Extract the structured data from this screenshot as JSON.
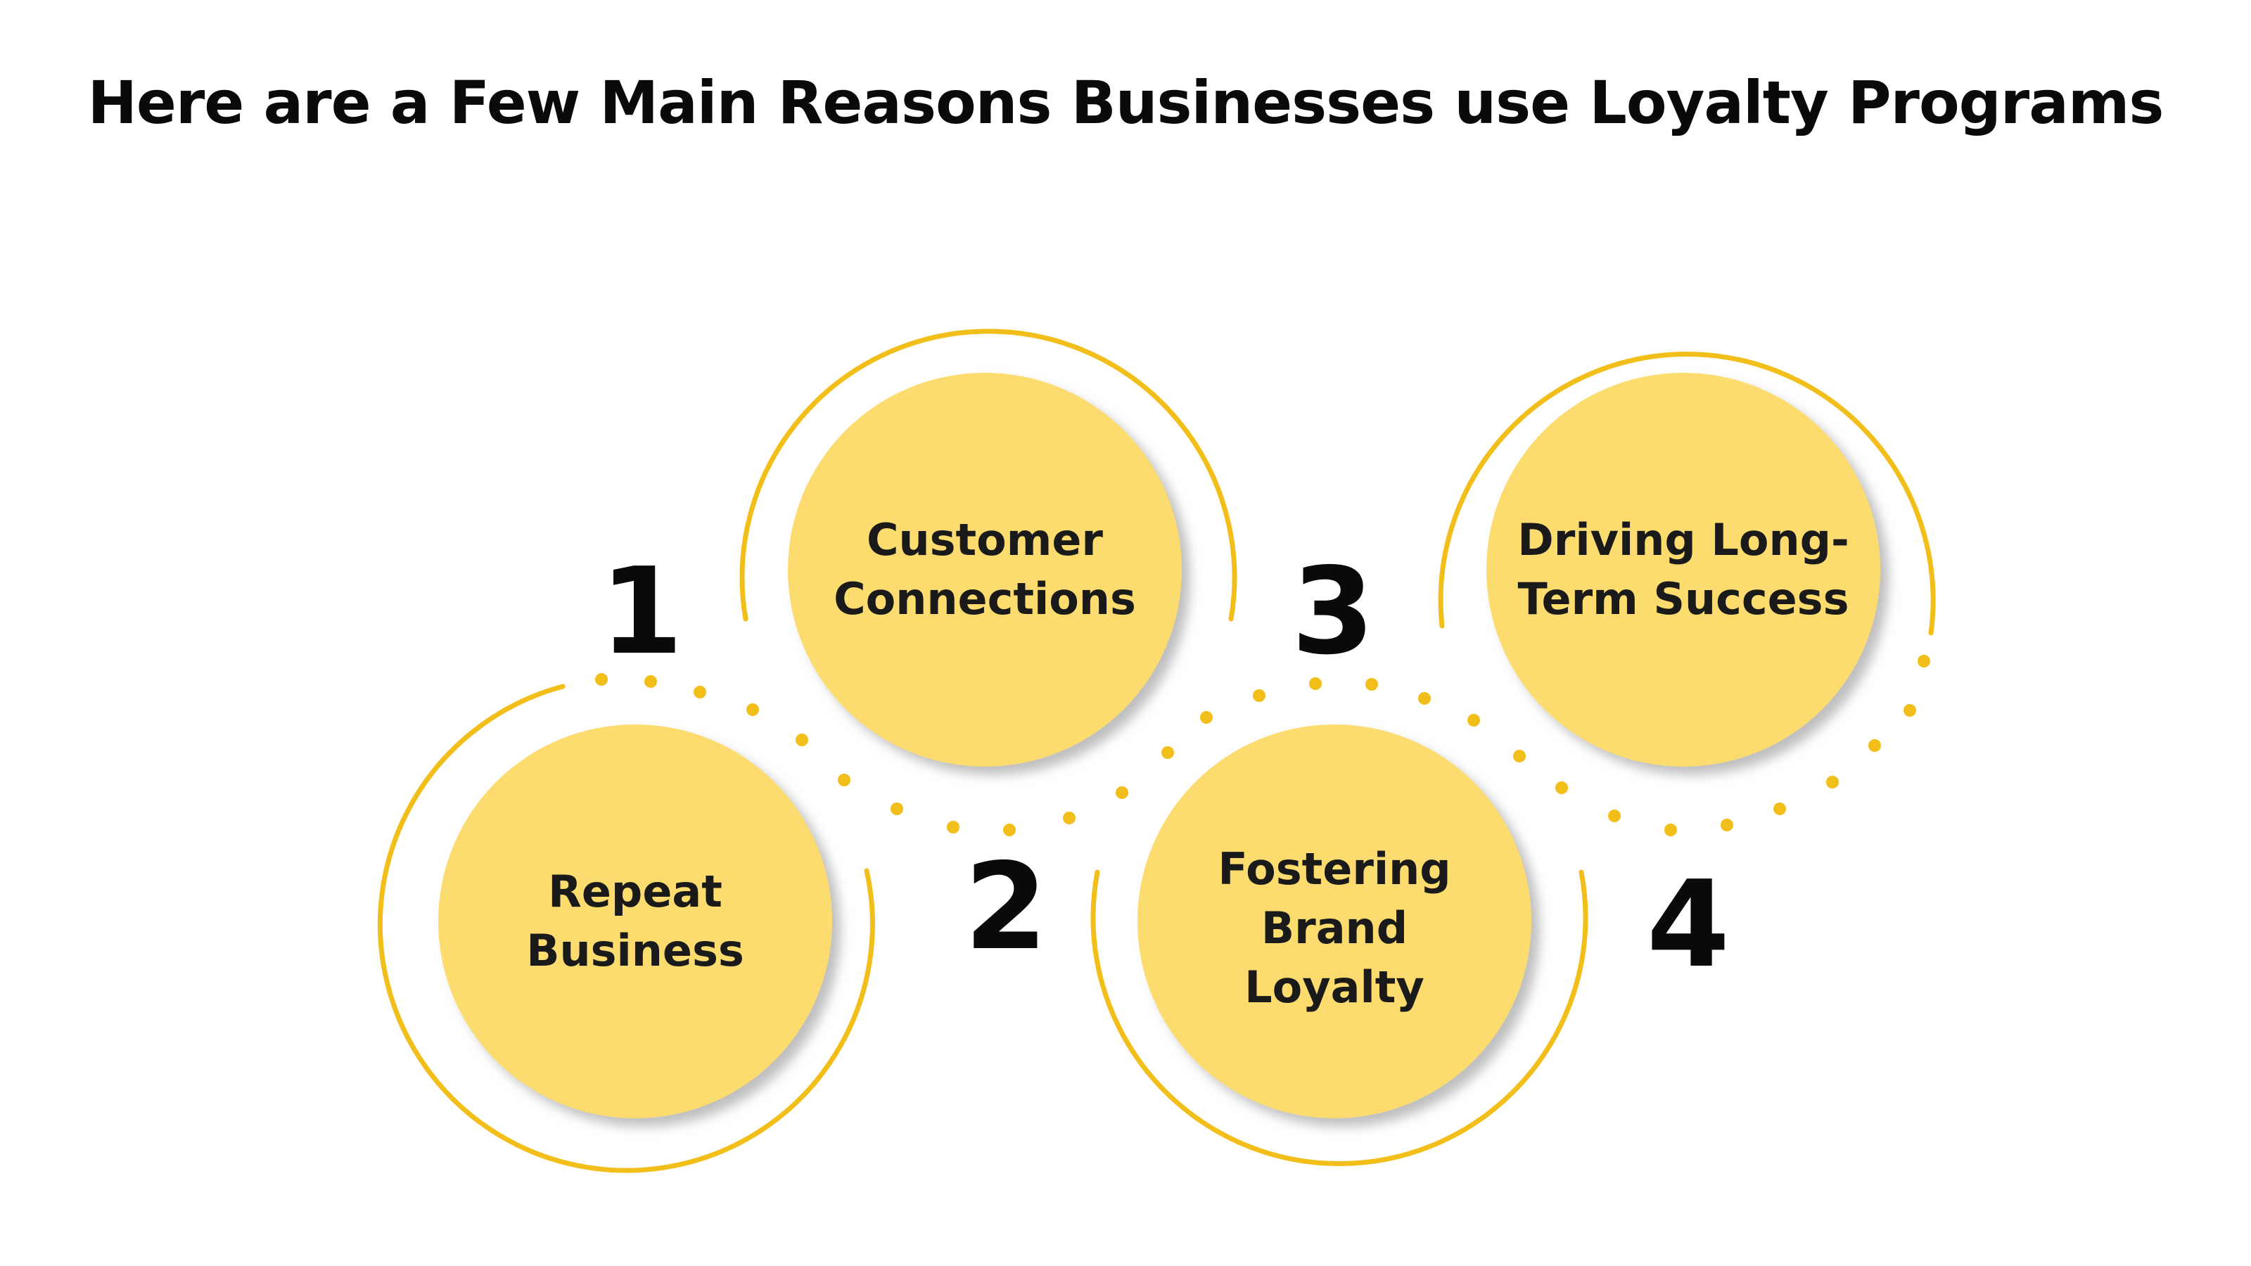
{
  "title": "Here are a Few Main Reasons Businesses use Loyalty Programs",
  "colors": {
    "accent": "#F2BE1A",
    "circle_fill": "#FCDC6E",
    "shadow": "#9a9a9a",
    "text": "#0a0a0a"
  },
  "steps": [
    {
      "number": "1",
      "label_line1": "Repeat",
      "label_line2": "Business"
    },
    {
      "number": "2",
      "label_line1": "Customer",
      "label_line2": "Connections"
    },
    {
      "number": "3",
      "label_line1": "Fostering",
      "label_line2": "Brand Loyalty"
    },
    {
      "number": "4",
      "label_line1": "Driving Long-",
      "label_line2": "Term Success"
    }
  ]
}
